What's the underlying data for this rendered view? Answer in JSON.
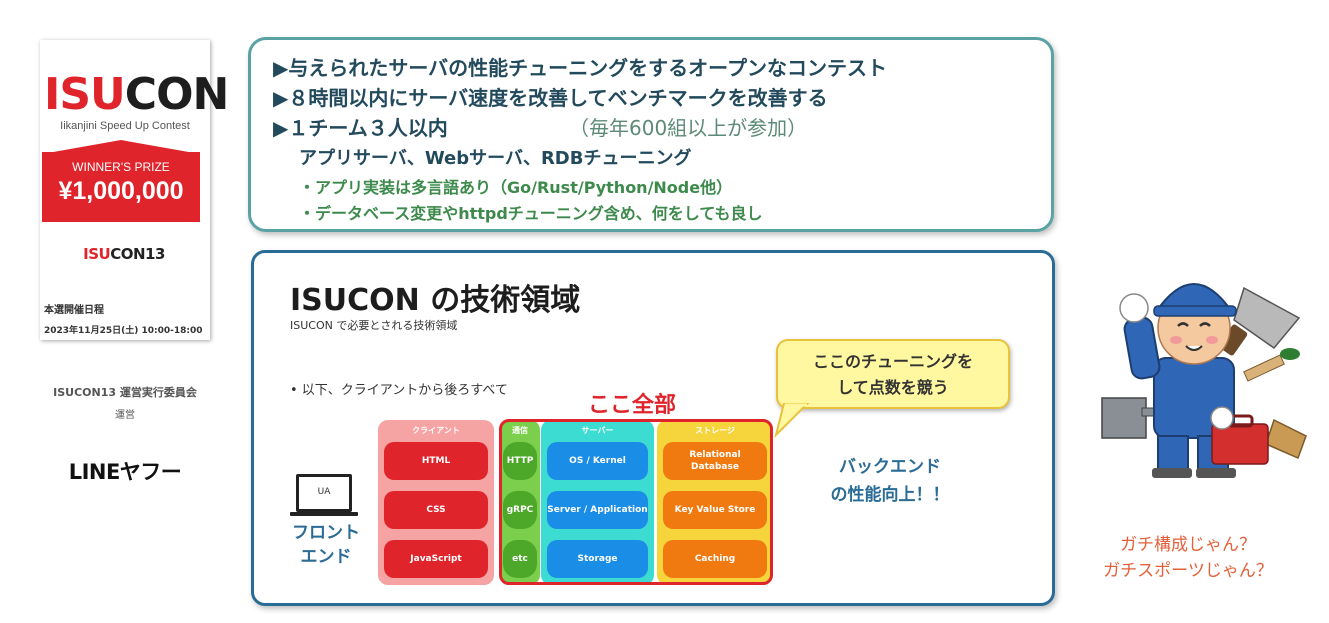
{
  "poster": {
    "logo_red": "ISU",
    "logo_black": "CON",
    "logo_sub": "Iikanjini Speed Up Contest",
    "prize_title": "WINNER'S PRIZE",
    "prize_amount": "¥1,000,000",
    "edition_red": "ISU",
    "edition_black": "CON13",
    "schedule_label": "本選開催日程",
    "schedule_date": "2023年11月25日(土) 10:00-18:00"
  },
  "committee": "ISUCON13 運営実行委員会",
  "operation": "運営",
  "sponsor": "LINEヤフー",
  "info": {
    "line1": "▶与えられたサーバの性能チューニングをするオープンなコンテスト",
    "line2": "▶８時間以内にサーバ速度を改善してベンチマークを改善する",
    "line3": "▶１チーム３人以内",
    "line3_note": "（毎年600組以上が参加）",
    "line4": "アプリサーバ、Webサーバ、RDBチューニング",
    "line5": "・アプリ実装は多言語あり（Go/Rust/Python/Node他）",
    "line6": "・データベース変更やhttpdチューニング含め、何をしても良し"
  },
  "tech": {
    "title": "ISUCON の技術領域",
    "subtitle": "ISUCON で必要とされる技術領域",
    "bullet": "•  以下、クライアントから後ろすべて",
    "here_all": "ここ全部",
    "callout": "ここのチューニングを\nして点数を競う",
    "ua_label": "UA",
    "frontend": "フロント\nエンド",
    "backend": "バックエンド\nの性能向上！！",
    "columns": {
      "client": {
        "header": "クライアント",
        "items": [
          "HTML",
          "CSS",
          "JavaScript"
        ]
      },
      "comm": {
        "header": "通信",
        "items": [
          "HTTP",
          "gRPC",
          "etc"
        ]
      },
      "server": {
        "header": "サーバー",
        "items": [
          "OS / Kernel",
          "Server / Application",
          "Storage"
        ]
      },
      "storage": {
        "header": "ストレージ",
        "items": [
          "Relational\nDatabase",
          "Key Value Store",
          "Caching"
        ]
      }
    }
  },
  "caption": "ガチ構成じゃん？\nガチスポーツじゃん？",
  "colors": {
    "brand_red": "#e0242b",
    "info_border": "#5aa2a4",
    "tech_border": "#2a6c96",
    "client": "#f6a3a3",
    "comm": "#7ccf4c",
    "server": "#3ddcd2",
    "storage": "#f6d43c",
    "caption": "#e3613a"
  },
  "icons": [
    "laptop-icon",
    "worker-illustration"
  ]
}
